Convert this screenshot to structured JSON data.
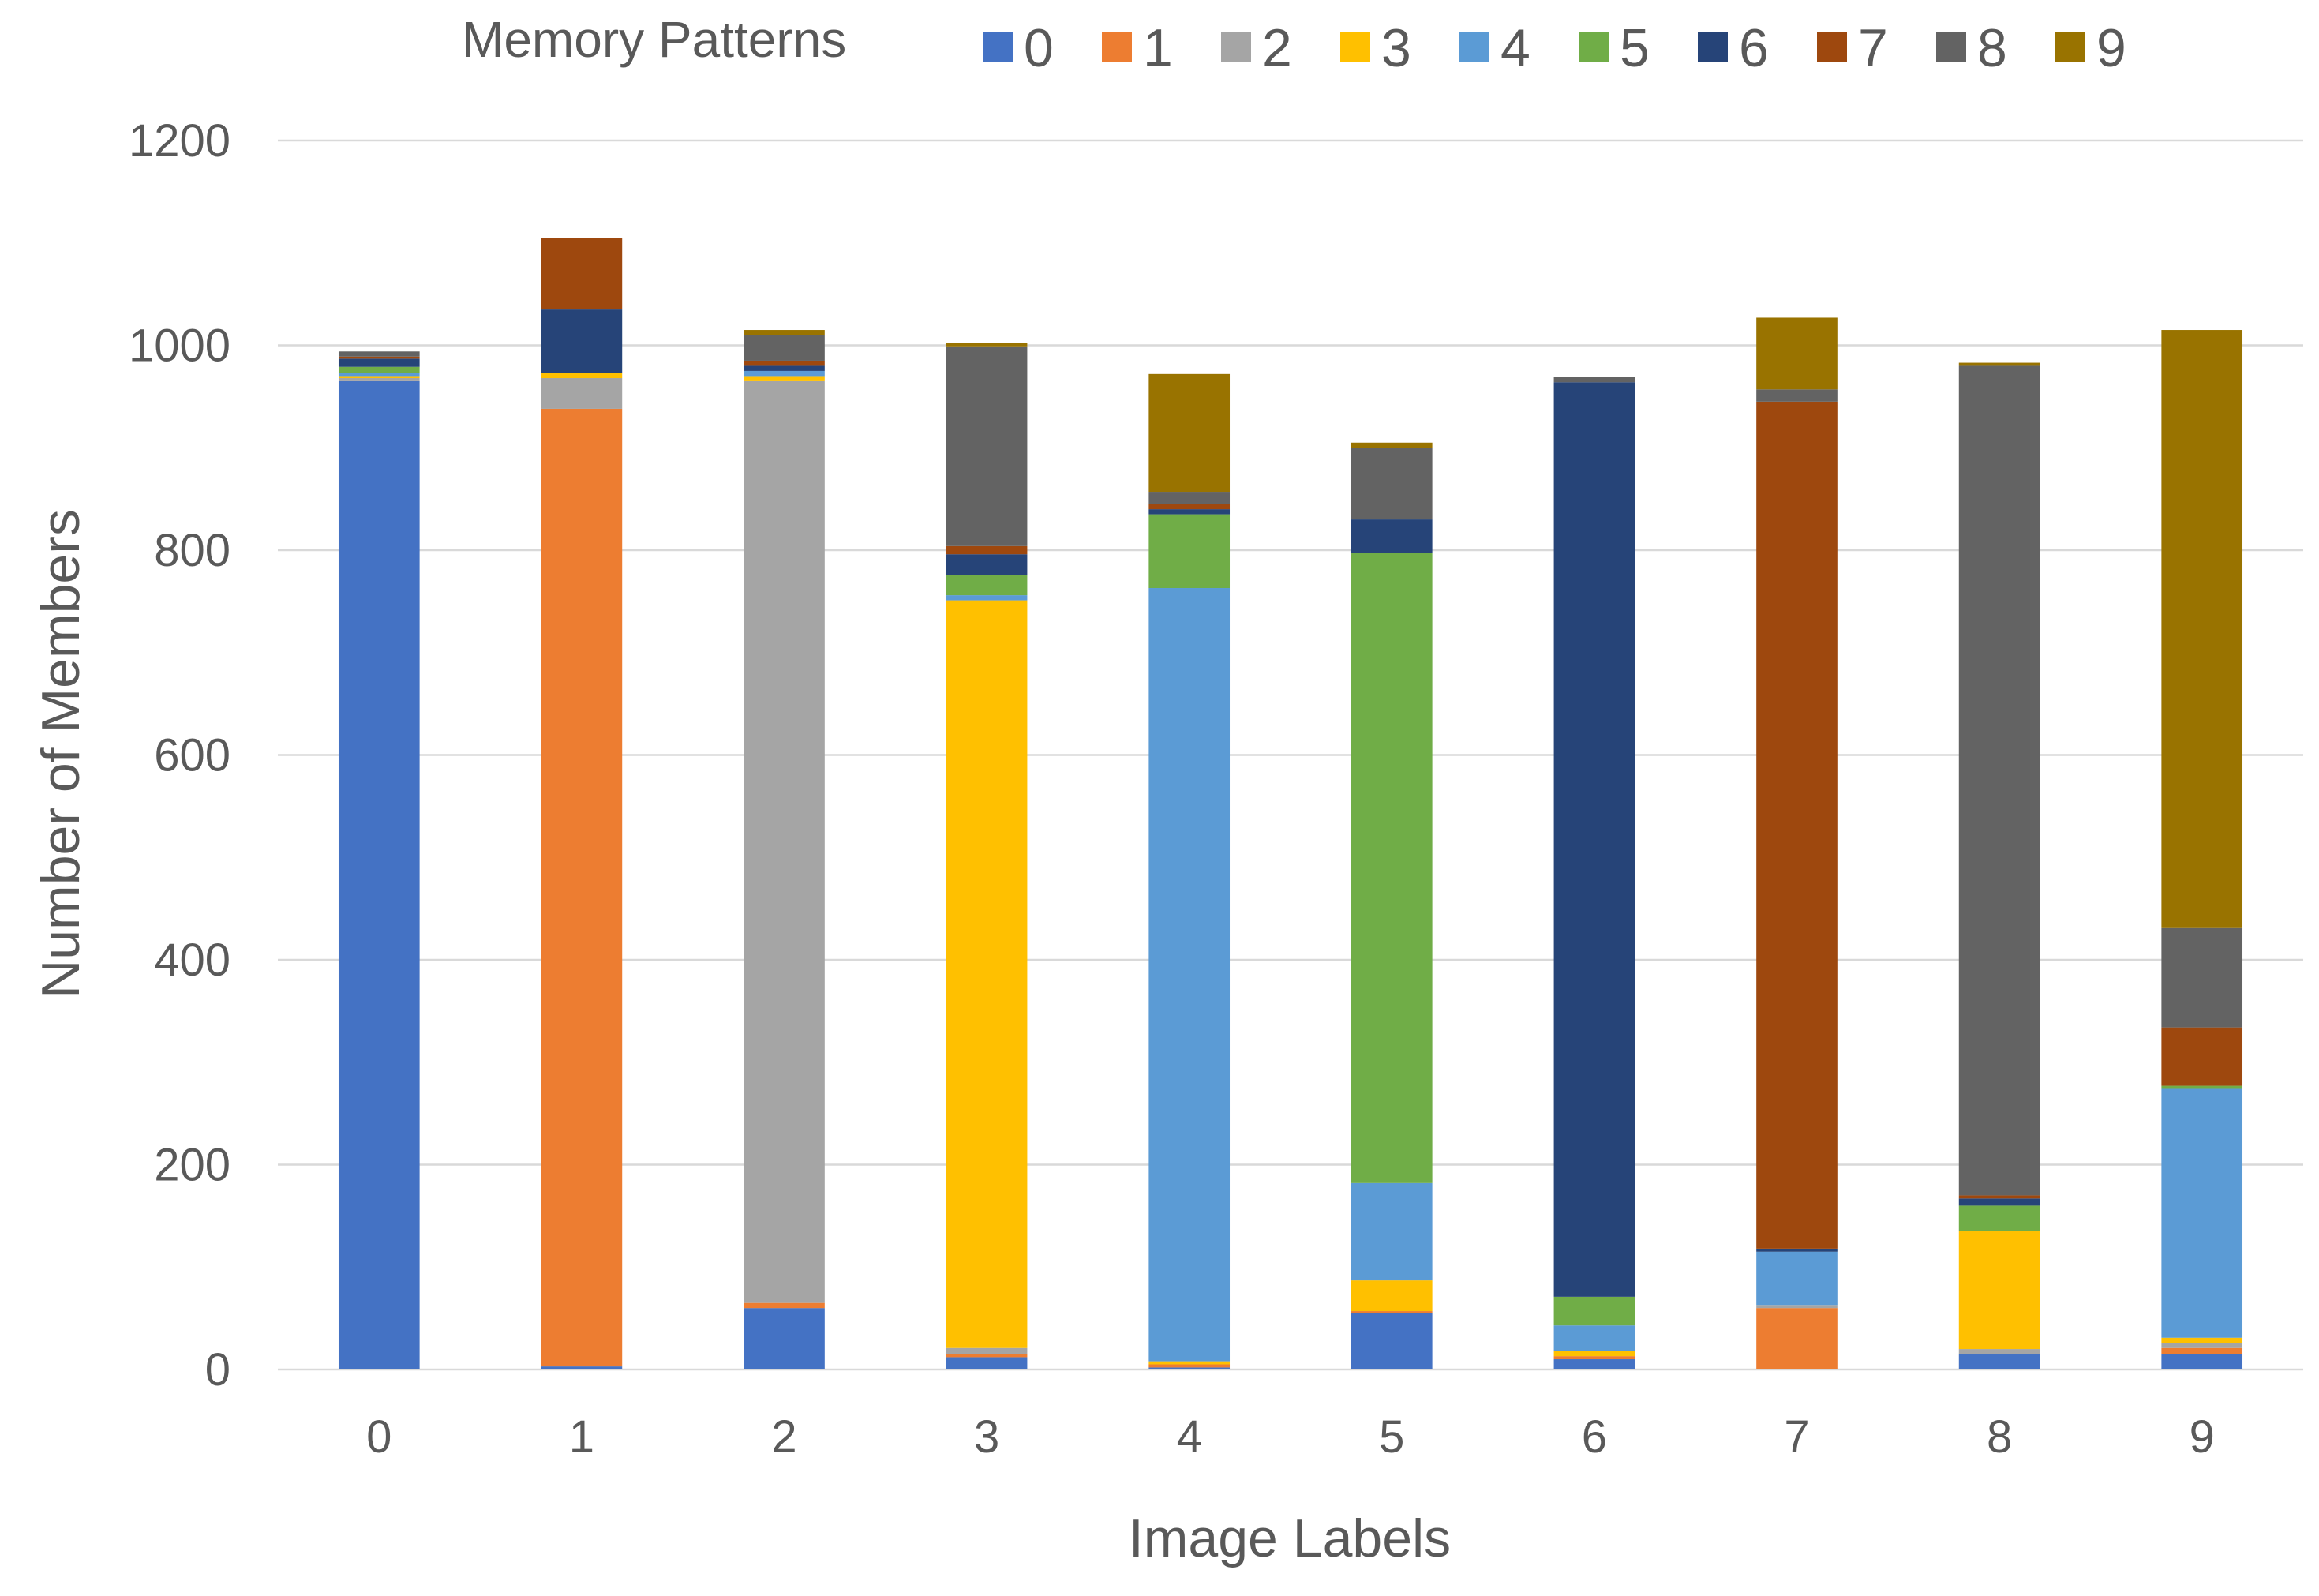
{
  "chart_data": {
    "type": "bar",
    "stacked": true,
    "xlabel": "Image Labels",
    "ylabel": "Number of Members",
    "legend_title": "Memory Patterns",
    "legend_position": "top",
    "ylim": [
      0,
      1200
    ],
    "yticks": [
      0,
      200,
      400,
      600,
      800,
      1000,
      1200
    ],
    "grid": true,
    "categories": [
      "0",
      "1",
      "2",
      "3",
      "4",
      "5",
      "6",
      "7",
      "8",
      "9"
    ],
    "series": [
      {
        "name": "0",
        "color": "#4472C4",
        "values": [
          965,
          3,
          60,
          12,
          2,
          55,
          10,
          0,
          15,
          15
        ]
      },
      {
        "name": "1",
        "color": "#ED7D31",
        "values": [
          0,
          935,
          5,
          3,
          3,
          2,
          3,
          60,
          0,
          6
        ]
      },
      {
        "name": "2",
        "color": "#A5A5A5",
        "values": [
          3,
          30,
          900,
          6,
          0,
          0,
          0,
          3,
          5,
          5
        ]
      },
      {
        "name": "3",
        "color": "#FFC000",
        "values": [
          2,
          5,
          5,
          730,
          3,
          30,
          5,
          0,
          115,
          5
        ]
      },
      {
        "name": "4",
        "color": "#5B9BD5",
        "values": [
          3,
          0,
          5,
          5,
          755,
          95,
          25,
          52,
          0,
          243
        ]
      },
      {
        "name": "5",
        "color": "#70AD47",
        "values": [
          6,
          0,
          0,
          20,
          72,
          615,
          28,
          0,
          25,
          3
        ]
      },
      {
        "name": "6",
        "color": "#264478",
        "values": [
          8,
          62,
          5,
          20,
          5,
          33,
          893,
          3,
          7,
          0
        ]
      },
      {
        "name": "7",
        "color": "#9E480E",
        "values": [
          2,
          70,
          5,
          8,
          5,
          0,
          0,
          827,
          3,
          57
        ]
      },
      {
        "name": "8",
        "color": "#636363",
        "values": [
          5,
          0,
          25,
          195,
          12,
          70,
          5,
          12,
          810,
          97
        ]
      },
      {
        "name": "9",
        "color": "#997300",
        "values": [
          0,
          0,
          5,
          3,
          115,
          5,
          0,
          70,
          3,
          584
        ]
      }
    ]
  }
}
